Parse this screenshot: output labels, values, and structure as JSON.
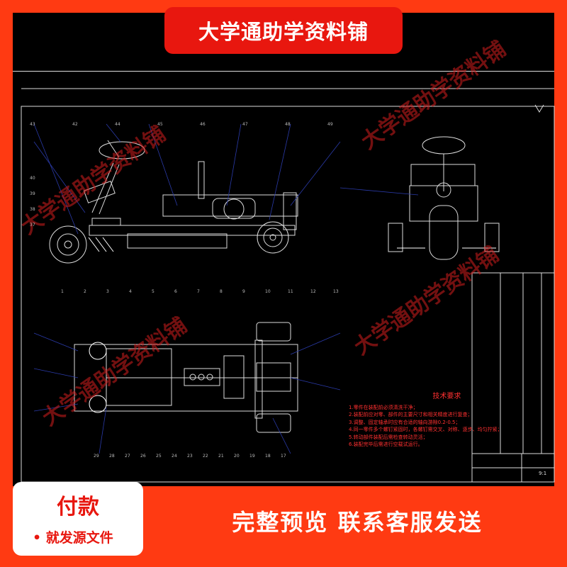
{
  "banner": {
    "title": "大学通助学资料铺"
  },
  "watermark": {
    "text": "大学通助学资料铺"
  },
  "drawing": {
    "tech_req": {
      "heading": "技术要求",
      "lines": [
        "1.零件在装配前必须清洗干净；",
        "2.装配前应对零、部件的主要尺寸和相关精度进行复查；",
        "3.调整、固定轴承时应有合适的轴向游隙0.2-0.5；",
        "4.同一零件多个螺钉紧固时，各螺钉需交叉、对称、逐步、均匀拧紧；",
        "5.转动部件装配后需检查转动灵活；",
        "6.装配完毕后需进行空载试运行。"
      ]
    },
    "title_block": {
      "scale": "9:1"
    },
    "view_top_labels": [
      "43",
      "42",
      "44",
      "45",
      "46",
      "47",
      "48",
      "49"
    ],
    "view_left_labels": [
      "40",
      "39",
      "38",
      "37"
    ],
    "bottom_labels": [
      "29",
      "28",
      "27",
      "26",
      "25",
      "24",
      "23",
      "22",
      "21",
      "20",
      "19",
      "18",
      "17"
    ],
    "plan_top_labels": [
      "1",
      "2",
      "3",
      "4",
      "5",
      "6",
      "7",
      "8",
      "9",
      "10",
      "11",
      "12",
      "13"
    ]
  },
  "footer": {
    "pay_title": "付款",
    "pay_subtitle": "• 就发源文件",
    "cta": "完整预览  联系客服发送"
  }
}
